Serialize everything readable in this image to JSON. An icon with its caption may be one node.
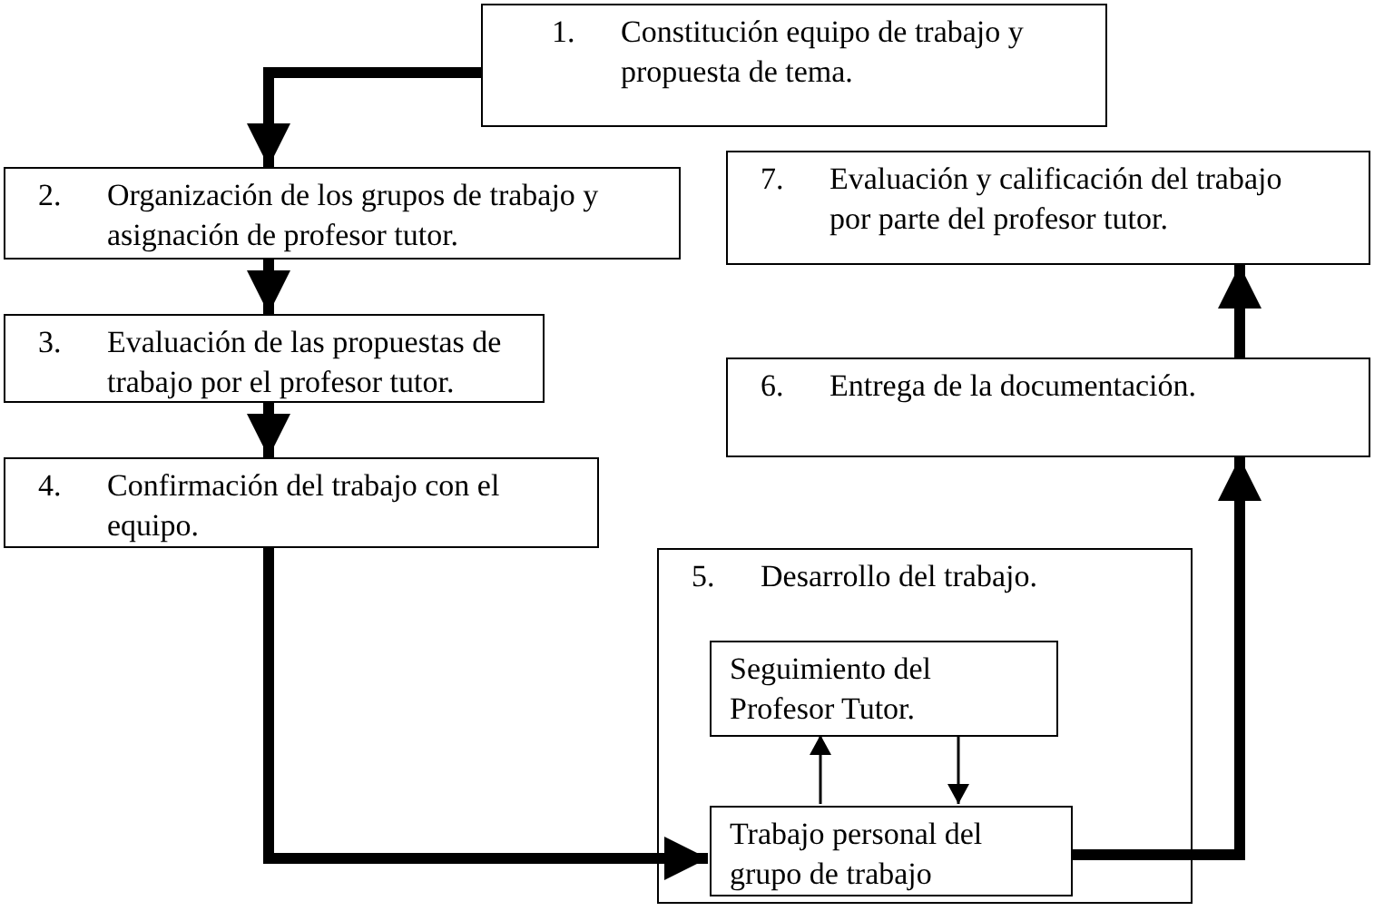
{
  "diagram": {
    "nodes": [
      {
        "text": [
          "1.",
          "Constitución equipo de trabajo y propuesta de tema."
        ]
      },
      {
        "text": [
          "2.",
          "Organización de los grupos de trabajo y asignación de profesor tutor."
        ]
      },
      {
        "text": [
          "3.",
          "Evaluación de las propuestas de trabajo por el profesor tutor."
        ]
      },
      {
        "text": [
          "4.",
          "Confirmación del trabajo con el equipo."
        ]
      },
      {
        "text": [
          "5.",
          "Desarrollo del trabajo."
        ]
      },
      {
        "text": [
          "Seguimiento del Profesor Tutor."
        ],
        "in": 4
      },
      {
        "text": [
          "Trabajo personal del grupo de trabajo"
        ],
        "in": 4
      },
      {
        "text": [
          "6.",
          "Entrega de la documentación."
        ]
      },
      {
        "text": [
          "7.",
          "Evaluación y calificación del trabajo por parte del profesor tutor."
        ]
      }
    ],
    "edges": [
      {
        "from": 0,
        "to": 1,
        "arrow": "to"
      },
      {
        "from": 1,
        "to": 2,
        "arrow": "to"
      },
      {
        "from": 2,
        "to": 3,
        "arrow": "to"
      },
      {
        "from": 3,
        "to": 6,
        "arrow": "to"
      },
      {
        "from": 6,
        "to": 7,
        "arrow": "to"
      },
      {
        "from": 7,
        "to": 8,
        "arrow": "to"
      },
      {
        "from": 6,
        "to": 5,
        "arrow": "to"
      },
      {
        "from": 5,
        "to": 6,
        "arrow": "to"
      }
    ]
  }
}
